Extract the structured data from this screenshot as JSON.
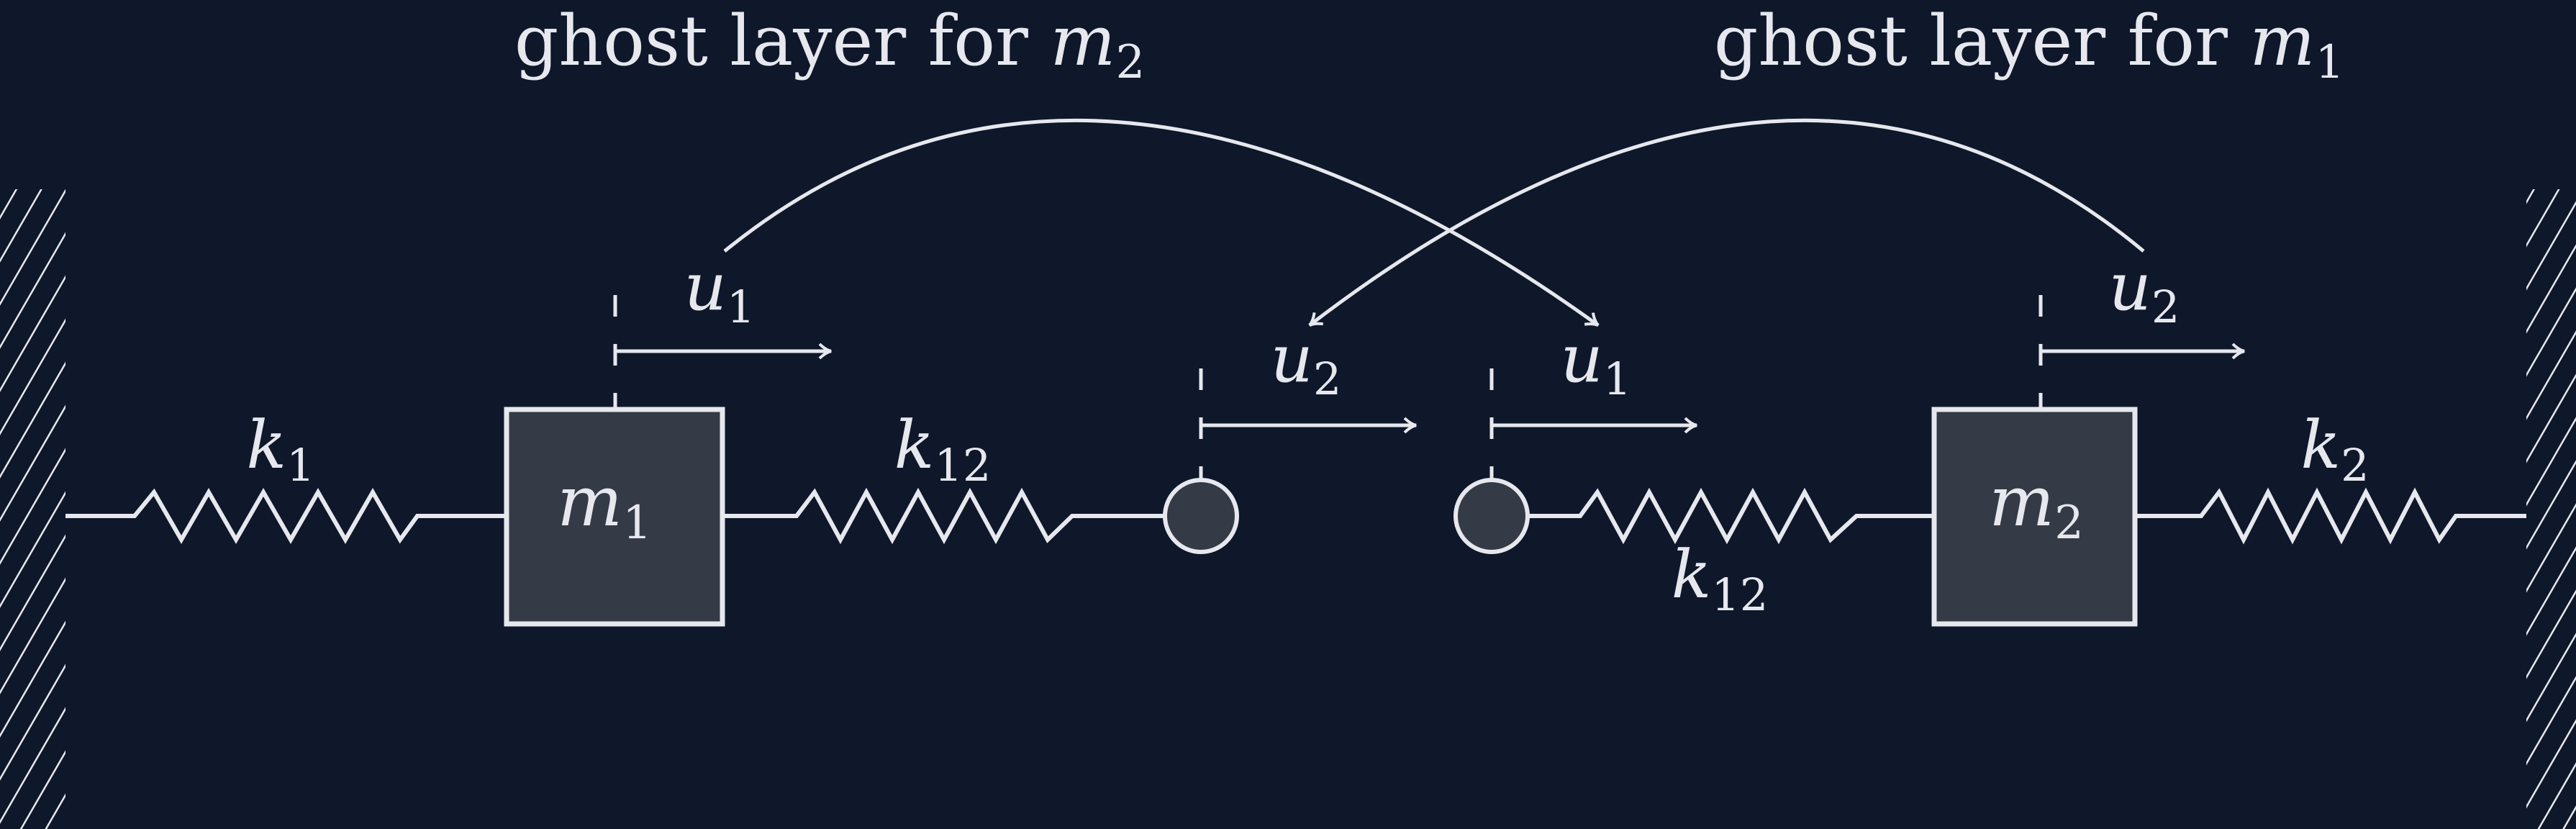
{
  "titles": {
    "left": {
      "text": "ghost layer for ",
      "var": "m",
      "sub": "2"
    },
    "right": {
      "text": "ghost layer for ",
      "var": "m",
      "sub": "1"
    }
  },
  "masses": [
    {
      "var": "m",
      "sub": "1"
    },
    {
      "var": "m",
      "sub": "2"
    }
  ],
  "springs": [
    {
      "var": "k",
      "sub": "1"
    },
    {
      "var": "k",
      "sub": "12"
    },
    {
      "var": "k",
      "sub": "12"
    },
    {
      "var": "k",
      "sub": "2"
    }
  ],
  "displacements": [
    {
      "var": "u",
      "sub": "1"
    },
    {
      "var": "u",
      "sub": "2"
    },
    {
      "var": "u",
      "sub": "1"
    },
    {
      "var": "u",
      "sub": "2"
    }
  ],
  "colors": {
    "background": "#0f172a",
    "stroke": "#e6e8ee",
    "mass_fill": "#343a46"
  }
}
